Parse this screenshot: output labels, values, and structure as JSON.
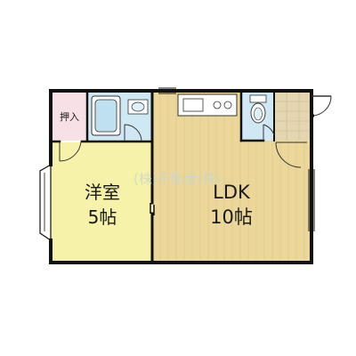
{
  "colors": {
    "background": "#ffffff",
    "wall": "#111111",
    "yoshitsu_floor": "#f6f2a9",
    "ldk_floor": "#ecd79b",
    "ldk_grain": "#d9bf7a",
    "wet_area": "#cfe8f4",
    "oshiire": "#f7e0e6",
    "genkan": "#e4d6b0",
    "watermark": "#c8d8c8"
  },
  "rooms": {
    "oshiire": {
      "label": "押入"
    },
    "yoshitsu": {
      "name": "洋室",
      "size": "5帖"
    },
    "ldk": {
      "name": "LDK",
      "size": "10帖"
    }
  },
  "fixtures": [
    "bathtub-icon",
    "sink-icon",
    "toilet-icon",
    "stove-icon"
  ],
  "watermark": "(株)不動産(株)"
}
